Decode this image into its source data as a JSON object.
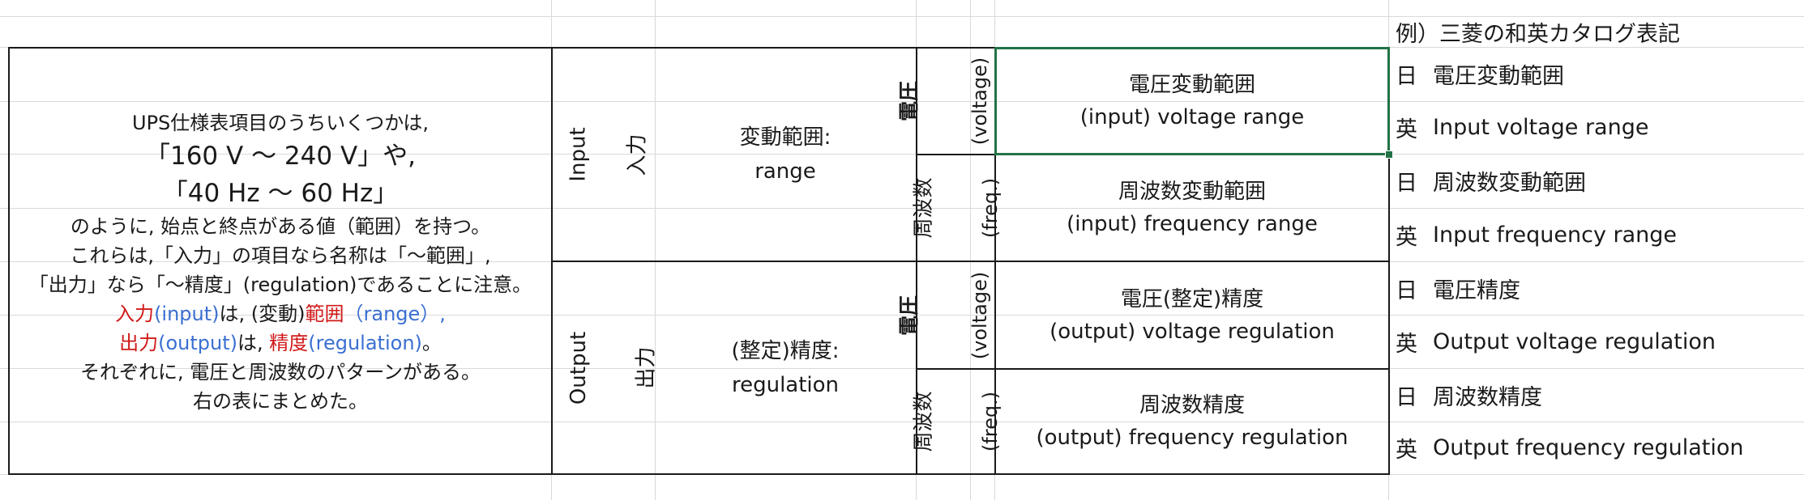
{
  "header_note": "例）三菱の和英カタログ表記",
  "description": {
    "line1": "UPS仕様表項目のうちいくつかは,",
    "line2": "「160 V ～ 240 V」や,",
    "line3": "「40 Hz ～ 60 Hz」",
    "line4": "のように, 始点と終点がある値（範囲）を持つ。",
    "line5": "これらは,「入力」の項目なら名称は「～範囲」,",
    "line6": "「出力」なら「～精度」(regulation)であることに注意。",
    "line7_a": "入力",
    "line7_b": "(input)",
    "line7_c": "は, (変動)",
    "line7_d": "範囲",
    "line7_e": "（range）,",
    "line8_a": "出力",
    "line8_b": "(output)",
    "line8_c": "は, ",
    "line8_d": "精度",
    "line8_e": "(regulation)",
    "line8_f": "。",
    "line9": "それぞれに, 電圧と周波数のパターンがある。",
    "line10": "右の表にまとめた。"
  },
  "input_block": {
    "label_jp": "入力",
    "label_en": "Input",
    "term_jp": "変動範囲:",
    "term_en": "range",
    "rows": [
      {
        "kind_jp": "電圧",
        "kind_en": "(voltage)",
        "name_jp": "電圧変動範囲",
        "name_en": "(input) voltage range"
      },
      {
        "kind_jp": "周波数",
        "kind_en": "(freq.)",
        "name_jp": "周波数変動範囲",
        "name_en": "(input) frequency range"
      }
    ]
  },
  "output_block": {
    "label_jp": "出力",
    "label_en": "Output",
    "term_jp": "(整定)精度:",
    "term_en": "regulation",
    "rows": [
      {
        "kind_jp": "電圧",
        "kind_en": "(voltage)",
        "name_jp": "電圧(整定)精度",
        "name_en": "(output) voltage regulation"
      },
      {
        "kind_jp": "周波数",
        "kind_en": "(freq.)",
        "name_jp": "周波数精度",
        "name_en": "(output) frequency regulation"
      }
    ]
  },
  "catalog": [
    {
      "lang": "日",
      "text": "電圧変動範囲"
    },
    {
      "lang": "英",
      "text": "Input voltage range"
    },
    {
      "lang": "日",
      "text": "周波数変動範囲"
    },
    {
      "lang": "英",
      "text": "Input frequency range"
    },
    {
      "lang": "日",
      "text": "電圧精度"
    },
    {
      "lang": "英",
      "text": "Output voltage regulation"
    },
    {
      "lang": "日",
      "text": "周波数精度"
    },
    {
      "lang": "英",
      "text": "Output frequency regulation"
    }
  ],
  "colors": {
    "red": "#d11a1a",
    "blue": "#3a6fd1",
    "selection": "#217346",
    "gridline": "#d9d9d9"
  }
}
